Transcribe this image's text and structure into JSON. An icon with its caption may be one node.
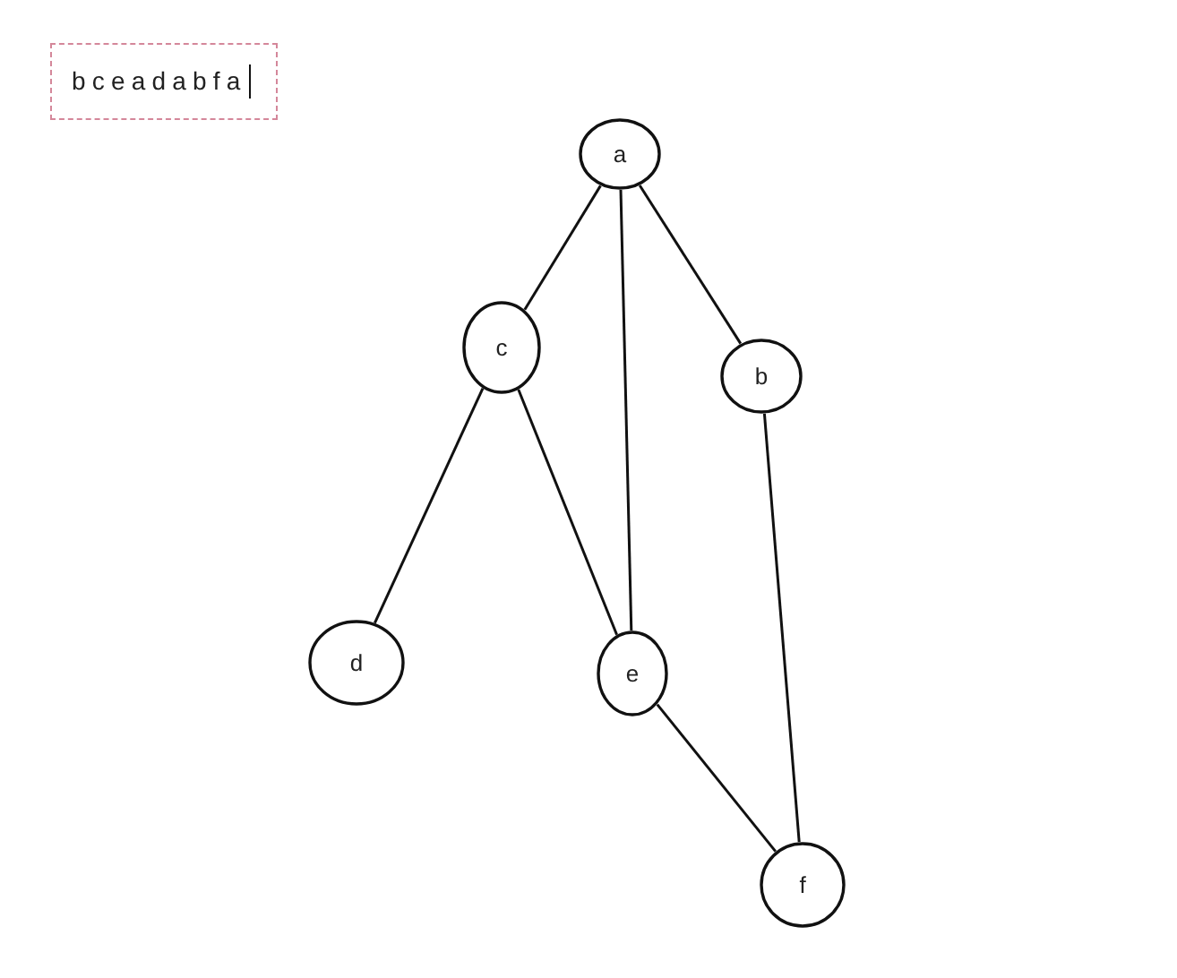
{
  "diagram": {
    "nodes": [
      {
        "text": [
          "bceadabfa"
        ]
      },
      {
        "text": [
          "a"
        ]
      },
      {
        "text": [
          "c"
        ]
      },
      {
        "text": [
          "b"
        ]
      },
      {
        "text": [
          "d"
        ]
      },
      {
        "text": [
          "e"
        ]
      },
      {
        "text": [
          "f"
        ]
      }
    ],
    "edges": [
      {
        "from": 1,
        "to": 2,
        "arrow": "none"
      },
      {
        "from": 1,
        "to": 5,
        "arrow": "none"
      },
      {
        "from": 1,
        "to": 3,
        "arrow": "none"
      },
      {
        "from": 2,
        "to": 4,
        "arrow": "none"
      },
      {
        "from": 2,
        "to": 5,
        "arrow": "none"
      },
      {
        "from": 3,
        "to": 6,
        "arrow": "none"
      },
      {
        "from": 5,
        "to": 6,
        "arrow": "none"
      }
    ]
  }
}
